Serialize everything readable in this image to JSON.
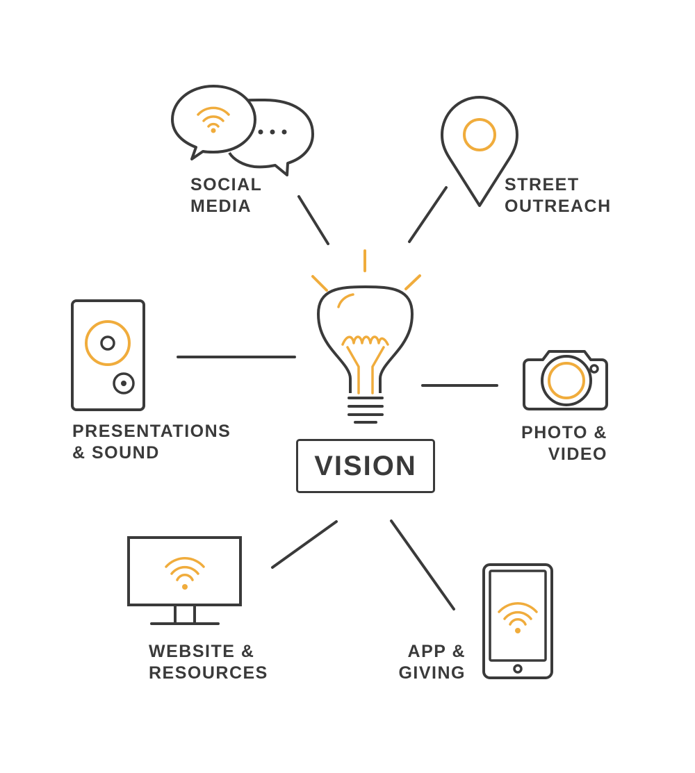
{
  "colors": {
    "stroke": "#3a3a3a",
    "accent": "#f0ac3c",
    "background": "#ffffff"
  },
  "center": {
    "label": "VISION",
    "icon": "lightbulb-icon"
  },
  "nodes": [
    {
      "id": "social-media",
      "icon": "chat-bubbles-icon",
      "line1": "SOCIAL",
      "line2": "MEDIA"
    },
    {
      "id": "street-outreach",
      "icon": "map-pin-icon",
      "line1": "STREET",
      "line2": "OUTREACH"
    },
    {
      "id": "presentations-sound",
      "icon": "speaker-icon",
      "line1": "PRESENTATIONS",
      "line2": "& SOUND"
    },
    {
      "id": "photo-video",
      "icon": "camera-icon",
      "line1": "PHOTO &",
      "line2": "VIDEO"
    },
    {
      "id": "website-resources",
      "icon": "monitor-icon",
      "line1": "WEBSITE &",
      "line2": "RESOURCES"
    },
    {
      "id": "app-giving",
      "icon": "smartphone-icon",
      "line1": "APP &",
      "line2": "GIVING"
    }
  ]
}
